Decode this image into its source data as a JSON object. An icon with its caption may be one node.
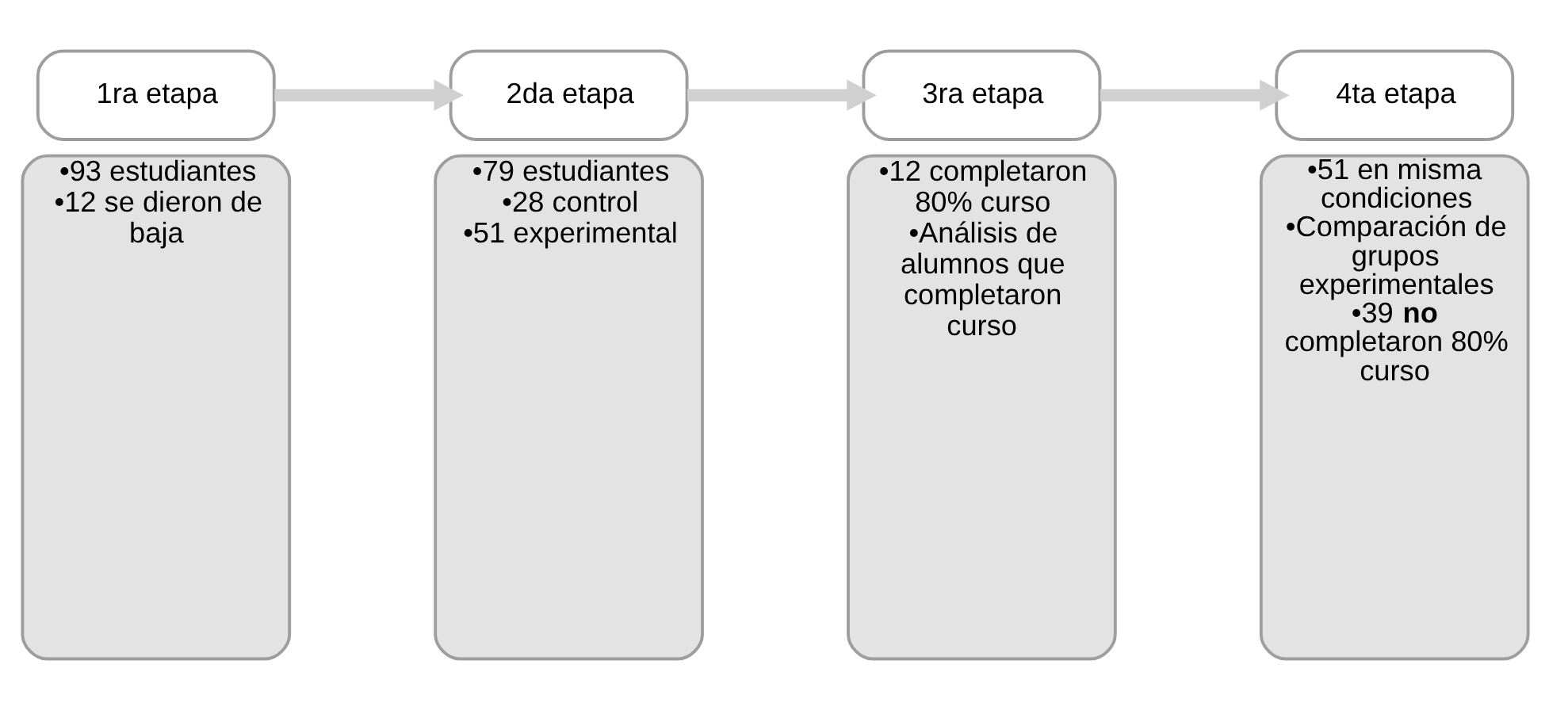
{
  "diagram": {
    "nodes": [
      {
        "text": [
          "1ra etapa"
        ]
      },
      {
        "text": [
          "•93 estudiantes",
          "•12 se dieron de baja"
        ]
      },
      {
        "text": [
          "2da etapa"
        ]
      },
      {
        "text": [
          "•79 estudiantes",
          "•28 control",
          "•51 experimental"
        ]
      },
      {
        "text": [
          "3ra etapa"
        ]
      },
      {
        "text": [
          "•12 completaron 80% curso",
          "•Análisis de alumnos que completaron curso"
        ]
      },
      {
        "text": [
          "4ta etapa"
        ]
      },
      {
        "text": [
          "•51 en misma condiciones",
          "•Comparación de grupos experimentales",
          "•39 **no** completaron 80% curso"
        ]
      }
    ],
    "edges": [
      {
        "from": 0,
        "to": 2,
        "arrow": "to"
      },
      {
        "from": 2,
        "to": 4,
        "arrow": "to"
      },
      {
        "from": 4,
        "to": 6,
        "arrow": "to"
      }
    ]
  }
}
